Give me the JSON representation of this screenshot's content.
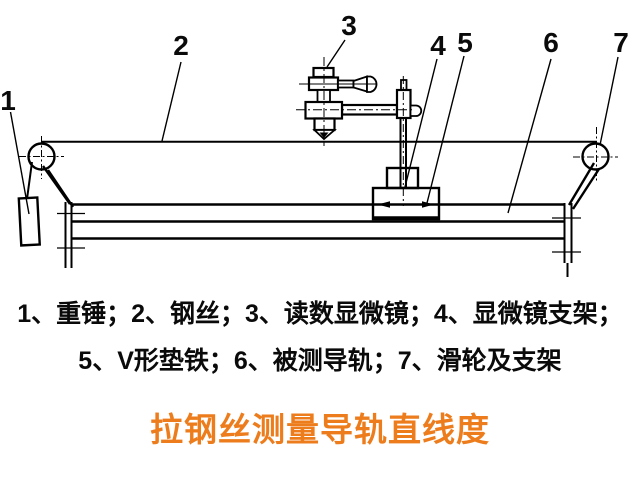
{
  "slide": {
    "kind": "technical-line-diagram",
    "colors": {
      "background": "#FFFFFF",
      "line": "#000000",
      "text": "#0A0A0A",
      "title_accent": "#ED7D1C"
    }
  },
  "diagram": {
    "labels": [
      {
        "text": "1"
      },
      {
        "text": "2"
      },
      {
        "text": "3"
      },
      {
        "text": "4"
      },
      {
        "text": "5"
      },
      {
        "text": "6"
      },
      {
        "text": "7"
      }
    ]
  },
  "legend": {
    "line1": "1、重锤；2、钢丝；3、读数显微镜；4、显微镜支架；",
    "line2": "5、V形垫铁；6、被测导轨；7、滑轮及支架",
    "items": [
      {
        "number": "1",
        "name": "重锤"
      },
      {
        "number": "2",
        "name": "钢丝"
      },
      {
        "number": "3",
        "name": "读数显微镜"
      },
      {
        "number": "4",
        "name": "显微镜支架"
      },
      {
        "number": "5",
        "name": "V形垫铁"
      },
      {
        "number": "6",
        "name": "被测导轨"
      },
      {
        "number": "7",
        "name": "滑轮及支架"
      }
    ]
  },
  "title": {
    "text": "拉钢丝测量导轨直线度",
    "color": "#ED7D1C"
  }
}
